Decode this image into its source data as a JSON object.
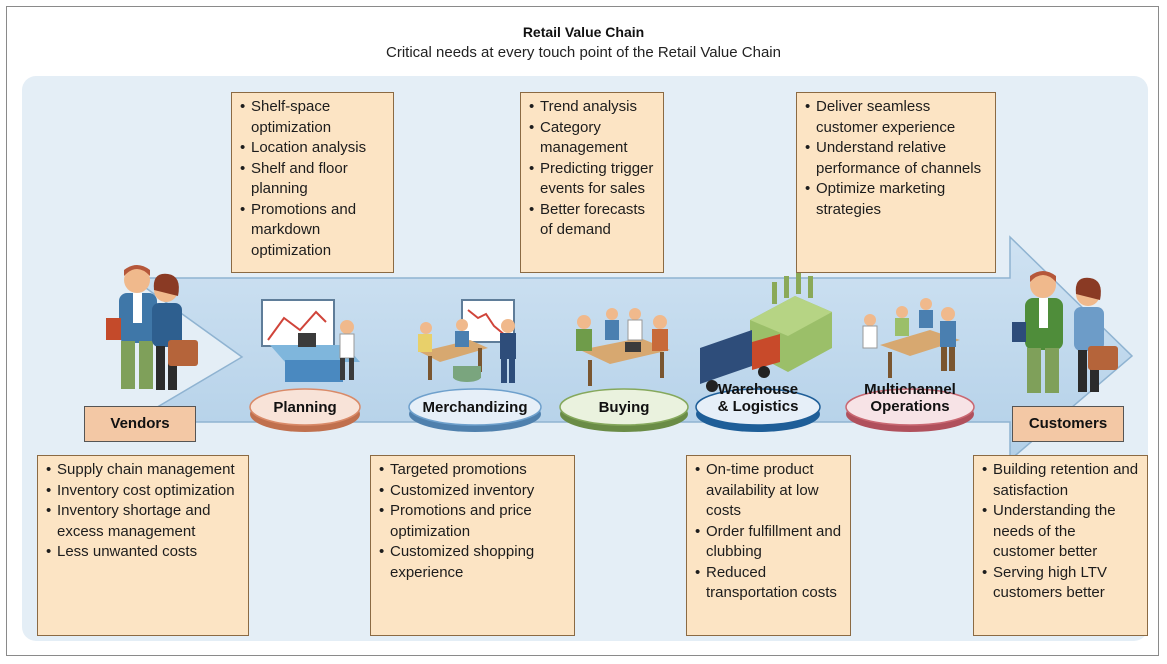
{
  "header": {
    "title": "Retail Value Chain",
    "subtitle": "Critical needs at every touch point of the Retail Value Chain"
  },
  "colors": {
    "arrow_fill": "#c5dcef",
    "box_fill": "#fce4c4",
    "tag_fill": "#f3c8a5",
    "planning": "#d98a68",
    "merchandizing": "#6ea0cc",
    "buying": "#85a85c",
    "warehouse": "#1e5e98",
    "multichannel": "#c96872"
  },
  "stages": {
    "vendors": "Vendors",
    "planning": "Planning",
    "merchandizing": "Merchandizing",
    "buying": "Buying",
    "warehouse_1": "Warehouse",
    "warehouse_2": "& Logistics",
    "multichannel_1": "Multichannel",
    "multichannel_2": "Operations",
    "customers": "Customers"
  },
  "boxes": {
    "planning": [
      "Shelf-space optimization",
      "Location analysis",
      "Shelf and floor planning",
      "Promotions and markdown optimization"
    ],
    "buying": [
      "Trend analysis",
      "Category management",
      "Predicting trigger events for sales",
      "Better forecasts of demand"
    ],
    "multichannel": [
      "Deliver seamless customer experience",
      "Understand relative performance of channels",
      "Optimize marketing strategies"
    ],
    "vendors": [
      "Supply chain management",
      "Inventory cost optimization",
      "Inventory shortage and excess management",
      "Less unwanted costs"
    ],
    "merchandizing": [
      "Targeted promotions",
      "Customized inventory",
      "Promotions and price optimization",
      "Customized shopping experience"
    ],
    "warehouse": [
      "On-time product availability at low costs",
      "Order fulfillment and clubbing",
      "Reduced transportation costs"
    ],
    "customers": [
      "Building retention and satisfaction",
      "Understanding the needs of the customer better",
      "Serving high LTV customers better"
    ]
  },
  "icons": {
    "vendors": "businesspeople-icon",
    "planning": "analyst-desk-icon",
    "merchandizing": "team-meeting-icon",
    "buying": "buyers-table-icon",
    "warehouse": "truck-warehouse-icon",
    "multichannel": "operations-team-icon",
    "customers": "customers-icon"
  }
}
